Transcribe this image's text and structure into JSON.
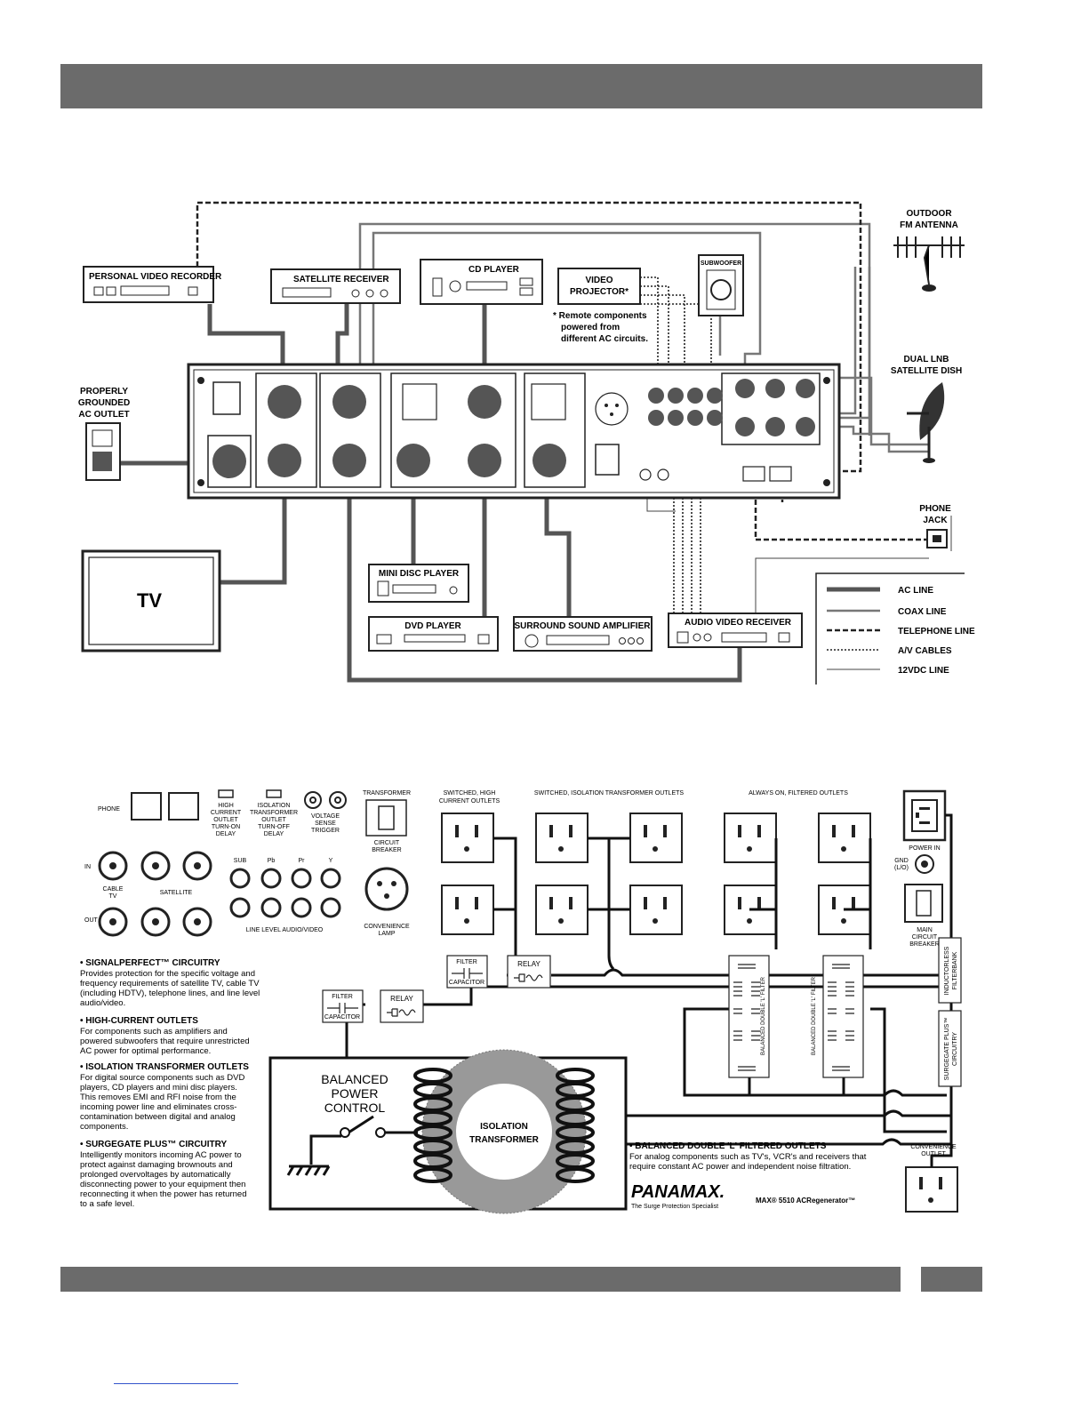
{
  "wiring": {
    "devices": {
      "pvr": "PERSONAL VIDEO RECORDER",
      "sat": "SATELLITE RECEIVER",
      "cd": "CD PLAYER",
      "proj_1": "VIDEO",
      "proj_2": "PROJECTOR*",
      "remote_1": "* Remote components",
      "remote_2": "powered from",
      "remote_3": "different AC circuits.",
      "sub": "SUBWOOFER",
      "ant_1": "OUTDOOR",
      "ant_2": "FM ANTENNA",
      "dish_1": "DUAL LNB",
      "dish_2": "SATELLITE DISH",
      "outlet_1": "PROPERLY",
      "outlet_2": "GROUNDED",
      "outlet_3": "AC OUTLET",
      "tv": "TV",
      "md": "MINI DISC PLAYER",
      "dvd": "DVD PLAYER",
      "amp": "SURROUND SOUND AMPLIFIER",
      "avr": "AUDIO VIDEO RECEIVER",
      "phone_1": "PHONE",
      "phone_2": "JACK"
    },
    "legend": {
      "ac": "AC LINE",
      "coax": "COAX LINE",
      "tel": "TELEPHONE LINE",
      "av": "A/V CABLES",
      "dc": "12VDC LINE"
    }
  },
  "schematic": {
    "phone": "PHONE",
    "hc_delay": [
      "HIGH",
      "CURRENT",
      "OUTLET",
      "TURN-ON",
      "DELAY"
    ],
    "iso_delay": [
      "ISOLATION",
      "TRANSFORMER",
      "OUTLET",
      "TURN-OFF",
      "DELAY"
    ],
    "voltage_sense": [
      "VOLTAGE",
      "SENSE",
      "TRIGGER"
    ],
    "transformer": "TRANSFORMER",
    "circuit_breaker": [
      "CIRCUIT",
      "BREAKER"
    ],
    "in": "IN",
    "out": "OUT",
    "cable_tv": [
      "CABLE",
      "TV"
    ],
    "satellite": "SATELLITE",
    "video_heads": [
      "SUB",
      "Pb",
      "Pr",
      "Y"
    ],
    "line_level": "LINE LEVEL AUDIO/VIDEO",
    "conv_lamp": [
      "CONVENIENCE",
      "LAMP"
    ],
    "hc_outlets": [
      "SWITCHED, HIGH",
      "CURRENT OUTLETS"
    ],
    "iso_outlets": "SWITCHED, ISOLATION TRANSFORMER OUTLETS",
    "filtered_outlets": "ALWAYS ON, FILTERED OUTLETS",
    "power_in": "POWER IN",
    "gnd_1": "GND",
    "gnd_2": "(L/O)",
    "main_breaker": [
      "MAIN",
      "CIRCUIT",
      "BREAKER"
    ],
    "filter": "FILTER",
    "capacitor": "CAPACITOR",
    "relay": "RELAY",
    "filter_label": "BALANCED DOUBLE 'L' FILTER",
    "inductorless": [
      "INDUCTORLESS",
      "FILTERBANK"
    ],
    "surgegate_v": [
      "SURGEGATE PLUS™",
      "CIRCUITRY"
    ],
    "bpc": [
      "BALANCED",
      "POWER",
      "CONTROL"
    ],
    "iso_tx": [
      "ISOLATION",
      "TRANSFORMER"
    ],
    "conv_outlet": [
      "CONVENIENCE",
      "OUTLET"
    ],
    "bdl_title": "• BALANCED DOUBLE 'L' FILTERED OUTLETS",
    "bdl_text": [
      "For analog components such as TV's, VCR's and receivers that",
      "require constant AC power and independent noise filtration."
    ],
    "brand": "PANAMAX.",
    "brand_tag": "The Surge Protection Specialist",
    "model": "MAX® 5510 ACRegenerator™"
  },
  "features": [
    {
      "title": "• SIGNALPERFECT™ CIRCUITRY",
      "lines": [
        "Provides protection for the specific voltage and",
        "frequency requirements of satellite TV, cable TV",
        "(including HDTV), telephone lines, and line level",
        "audio/video."
      ]
    },
    {
      "title": "• HIGH-CURRENT OUTLETS",
      "lines": [
        "For components such as amplifiers and",
        "powered subwoofers that require unrestricted",
        "AC power for optimal performance."
      ]
    },
    {
      "title": "• ISOLATION TRANSFORMER OUTLETS",
      "lines": [
        "For digital source components such as DVD",
        "players, CD players and mini disc players.",
        "This removes EMI and RFI noise from the",
        "incoming power line and eliminates cross-",
        "contamination between digital and analog",
        "components."
      ]
    },
    {
      "title": "• SURGEGATE PLUS™ CIRCUITRY",
      "lines": [
        "Intelligently monitors incoming AC power to",
        "protect against damaging brownouts and",
        "prolonged overvoltages by automatically",
        "disconnecting power to your equipment then",
        "reconnecting it when the power has returned",
        "to a safe level."
      ]
    }
  ]
}
